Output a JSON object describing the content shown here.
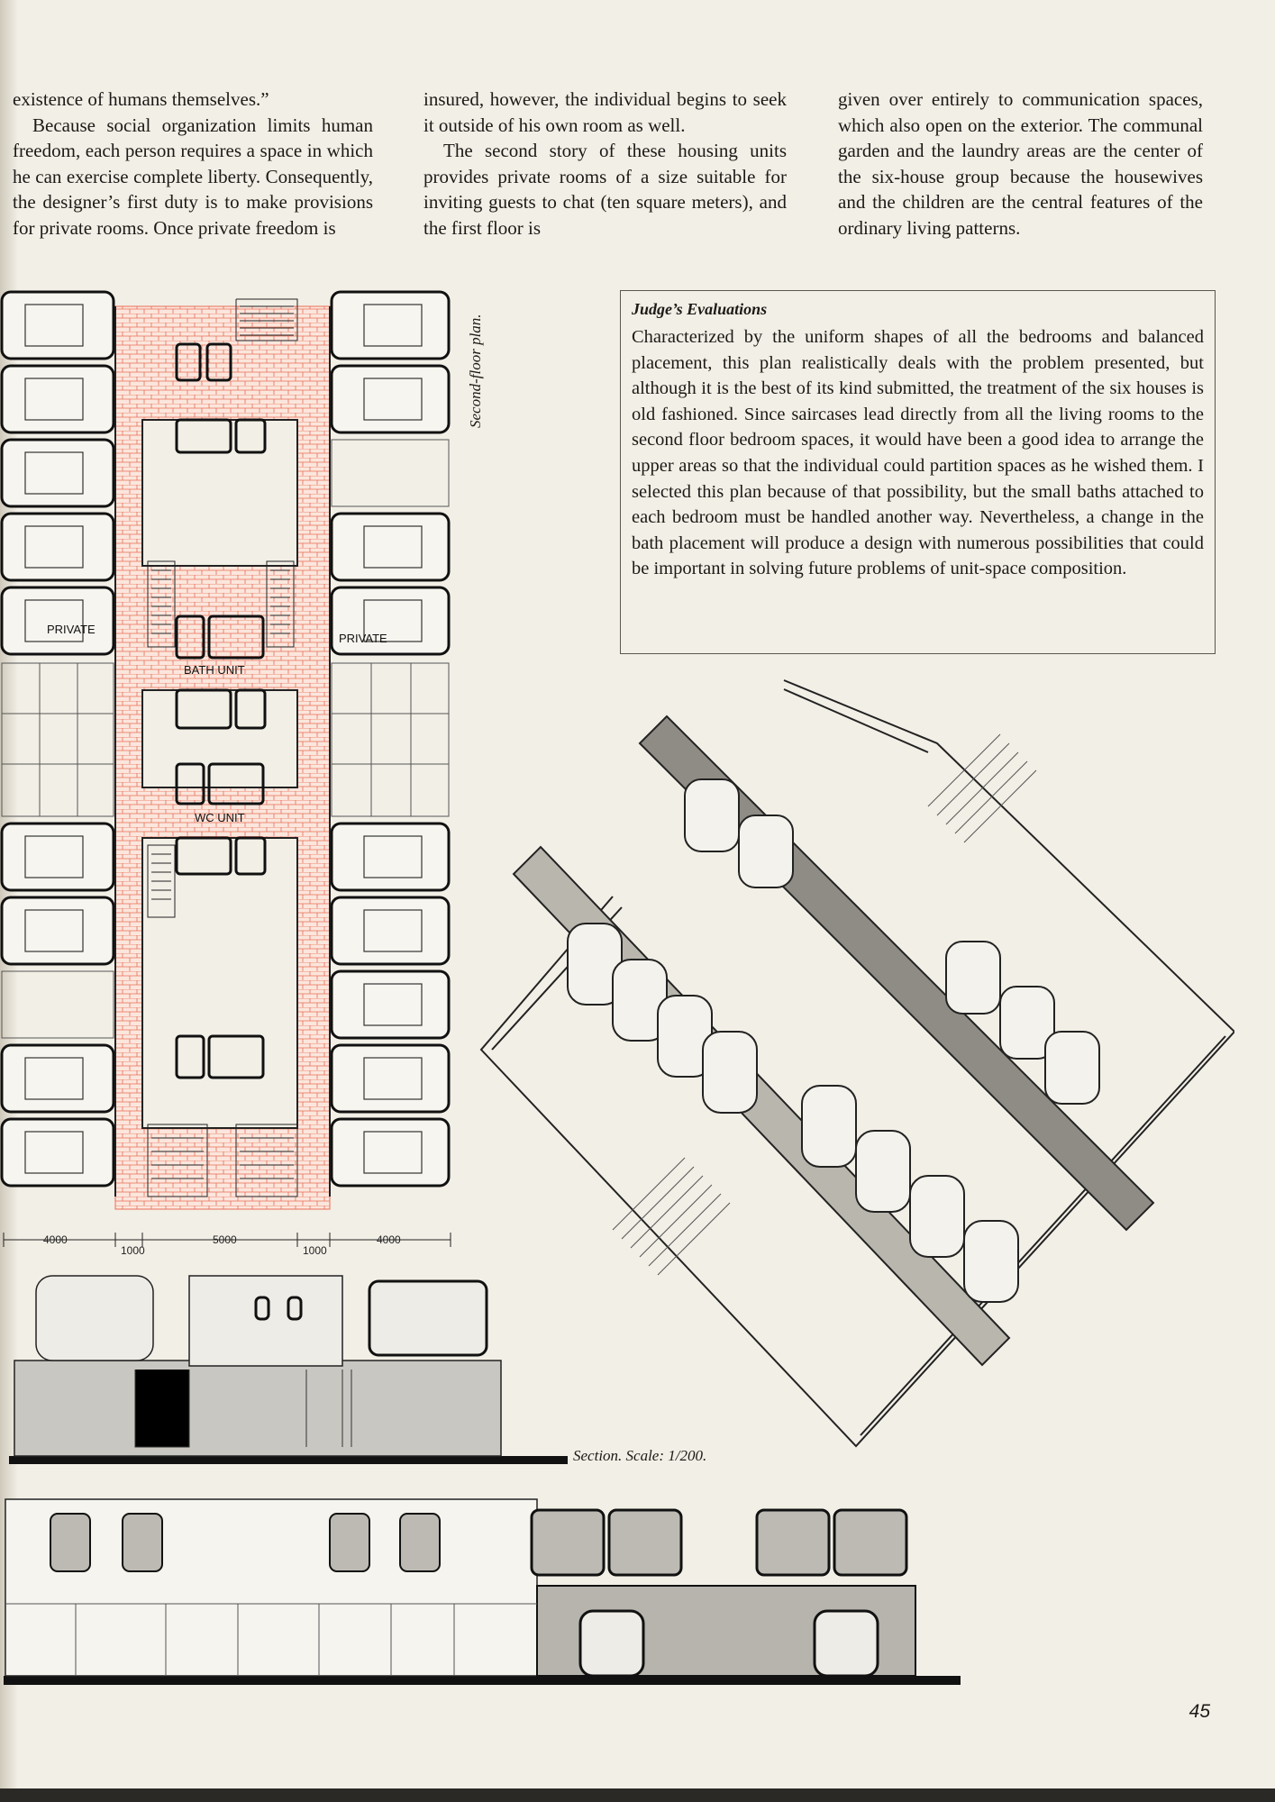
{
  "columns": {
    "col1": [
      {
        "text": "existence of humans themselves.”",
        "indent": false
      },
      {
        "text": "Because social organization limits human freedom, each person requires a space in which he can exercise complete liberty. Consequently, the designer’s first duty is to make provisions for private rooms. Once private freedom is",
        "indent": true
      }
    ],
    "col2": [
      {
        "text": "insured, however, the individual begins to seek it outside of his own room as well.",
        "indent": false
      },
      {
        "text": "The second story of these housing units provides private rooms of a size suitable for inviting guests to chat (ten square meters), and the first floor is",
        "indent": true
      }
    ],
    "col3": [
      {
        "text": "given over entirely to communication spaces, which also open on the exterior. The communal garden and the laundry areas are the center of the six-house group because the housewives and the children are the central features of the ordinary living patterns.",
        "indent": false
      }
    ]
  },
  "judge_box": {
    "heading": "Judge’s Evaluations",
    "body": "Characterized by the uniform shapes of all the bedrooms and balanced placement, this plan realistically deals with the problem presented, but although it is the best of its kind submitted, the treatment of the six houses is old fashioned. Since saircases lead directly from all the living rooms to the second floor bedroom spaces, it would have been a good idea to arrange the upper areas so that the individual could partition spaces as he wished them. I selected this plan because of that possibility, but the small baths attached to each bedroom must be handled another way. Nevertheless, a change in the bath placement will produce a design with numerous possibilities that could be important in solving future problems of unit-space composition."
  },
  "captions": {
    "plan": "Second-floor plan.",
    "section": "Section.  Scale: 1/200."
  },
  "plan_labels": {
    "private_left": "PRIVATE",
    "private_right": "PRIVATE",
    "bath_unit": "BATH UNIT",
    "wc_unit": "WC UNIT"
  },
  "dimensions": [
    "4000",
    "1000",
    "5000",
    "1000",
    "4000"
  ],
  "page_number": "45"
}
